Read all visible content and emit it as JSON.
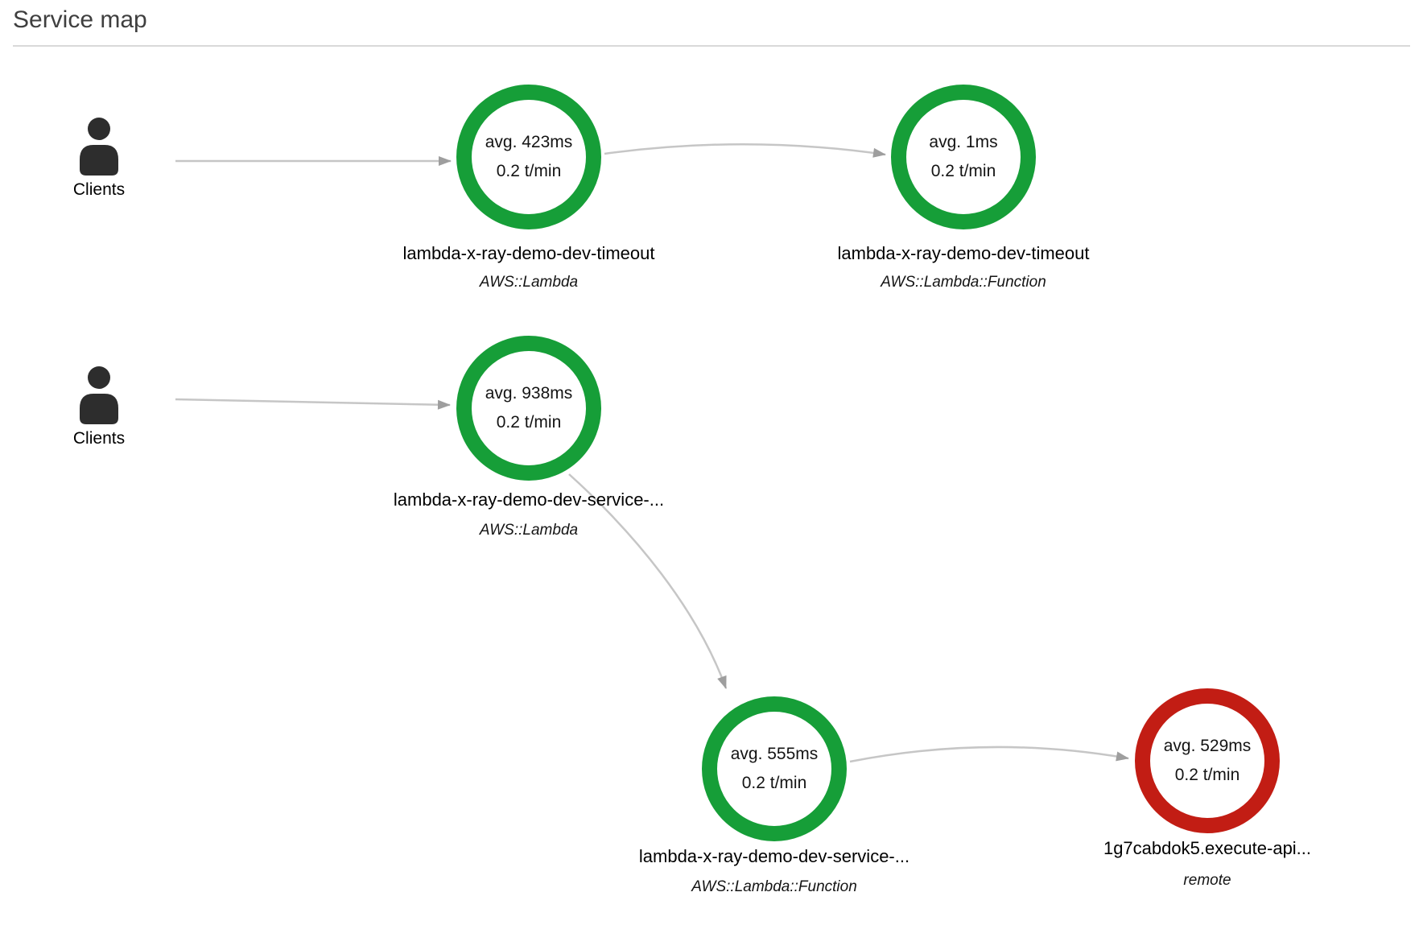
{
  "header": {
    "title": "Service map"
  },
  "colors": {
    "healthy": "#169e38",
    "error": "#c21d14",
    "edge": "#c6c6c6",
    "arrowhead": "#9e9e9e",
    "divider": "#d9d9d9",
    "title_text": "#3f3f3f",
    "icon": "#2d2d2d"
  },
  "clients": {
    "row1_label": "Clients",
    "row2_label": "Clients"
  },
  "nodes": [
    {
      "avg": "avg. 423ms",
      "rate": "0.2 t/min",
      "name": "lambda-x-ray-demo-dev-timeout",
      "type": "AWS::Lambda",
      "status": "healthy"
    },
    {
      "avg": "avg. 1ms",
      "rate": "0.2 t/min",
      "name": "lambda-x-ray-demo-dev-timeout",
      "type": "AWS::Lambda::Function",
      "status": "healthy"
    },
    {
      "avg": "avg. 938ms",
      "rate": "0.2 t/min",
      "name": "lambda-x-ray-demo-dev-service-...",
      "type": "AWS::Lambda",
      "status": "healthy"
    },
    {
      "avg": "avg. 555ms",
      "rate": "0.2 t/min",
      "name": "lambda-x-ray-demo-dev-service-...",
      "type": "AWS::Lambda::Function",
      "status": "healthy"
    },
    {
      "avg": "avg. 529ms",
      "rate": "0.2 t/min",
      "name": "1g7cabdok5.execute-api...",
      "type": "remote",
      "status": "error"
    }
  ],
  "edges": [
    {
      "from": "clients-1",
      "to": "node-1"
    },
    {
      "from": "node-1",
      "to": "node-2"
    },
    {
      "from": "clients-2",
      "to": "node-3"
    },
    {
      "from": "node-3",
      "to": "node-4"
    },
    {
      "from": "node-4",
      "to": "node-5"
    }
  ]
}
